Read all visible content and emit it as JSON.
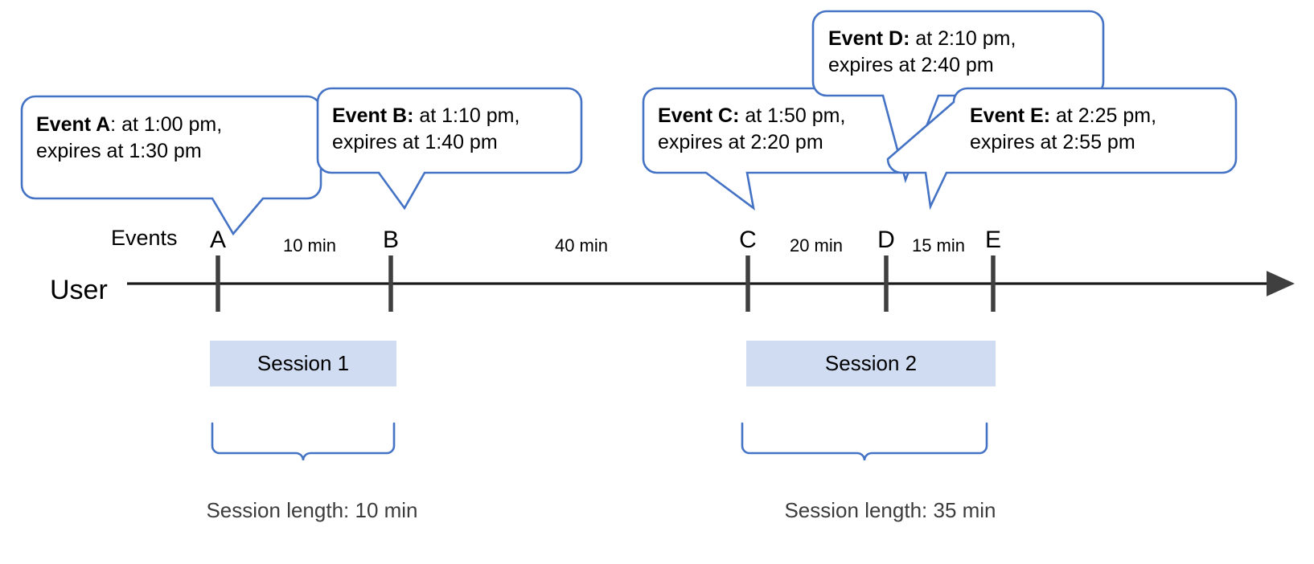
{
  "diagram": {
    "title": "Event timeline with sessions",
    "colors": {
      "callout_stroke": "#4472c4",
      "callout_fill": "#ffffff",
      "brace_stroke": "#4472c4",
      "session_fill": "#cfdcf2",
      "axis_stroke": "#3f3f3f",
      "marker_stroke": "#3f3f3f",
      "text": "#000000",
      "caption_text": "#3c3c3c"
    }
  },
  "callouts": [
    {
      "id": "event-a",
      "bold": "Event A",
      "sep": ": ",
      "line1": "at 1:00 pm,",
      "line2": "expires at 1:30 pm",
      "bold_includes_colon": false
    },
    {
      "id": "event-b",
      "bold": "Event B:",
      "sep": " ",
      "line1": "at 1:10 pm,",
      "line2": "expires at 1:40 pm",
      "bold_includes_colon": true
    },
    {
      "id": "event-c",
      "bold": "Event C:",
      "sep": " ",
      "line1": "at 1:50 pm,",
      "line2": "expires at 2:20 pm",
      "bold_includes_colon": true
    },
    {
      "id": "event-d",
      "bold": "Event D:",
      "sep": " ",
      "line1": "at 2:10 pm,",
      "line2": "expires at 2:40 pm",
      "bold_includes_colon": true
    },
    {
      "id": "event-e",
      "bold": "Event E:",
      "sep": " ",
      "line1": "at 2:25 pm,",
      "line2": "expires at 2:55 pm",
      "bold_includes_colon": true
    }
  ],
  "axis": {
    "row_label": "User",
    "events_row_label": "Events",
    "markers": [
      {
        "letter": "A"
      },
      {
        "letter": "B"
      },
      {
        "letter": "C"
      },
      {
        "letter": "D"
      },
      {
        "letter": "E"
      }
    ],
    "gaps": [
      {
        "label": "10 min"
      },
      {
        "label": "40 min"
      },
      {
        "label": "20 min"
      },
      {
        "label": "15 min"
      }
    ]
  },
  "sessions": [
    {
      "name": "Session 1",
      "caption": "Session length: 10 min"
    },
    {
      "name": "Session 2",
      "caption": "Session length: 35 min"
    }
  ],
  "chart_data": {
    "type": "timeline",
    "title": "Events and sessions timeline",
    "xlabel": "User",
    "events": [
      {
        "name": "A",
        "time": "1:00 pm",
        "expires": "1:30 pm"
      },
      {
        "name": "B",
        "time": "1:10 pm",
        "expires": "1:40 pm"
      },
      {
        "name": "C",
        "time": "1:50 pm",
        "expires": "2:20 pm"
      },
      {
        "name": "D",
        "time": "2:10 pm",
        "expires": "2:40 pm"
      },
      {
        "name": "E",
        "time": "2:25 pm",
        "expires": "2:55 pm"
      }
    ],
    "intervals": [
      {
        "from": "A",
        "to": "B",
        "minutes": 10,
        "label": "10 min"
      },
      {
        "from": "B",
        "to": "C",
        "minutes": 40,
        "label": "40 min"
      },
      {
        "from": "C",
        "to": "D",
        "minutes": 20,
        "label": "20 min"
      },
      {
        "from": "D",
        "to": "E",
        "minutes": 15,
        "label": "15 min"
      }
    ],
    "sessions": [
      {
        "name": "Session 1",
        "events": [
          "A",
          "B"
        ],
        "length_minutes": 10
      },
      {
        "name": "Session 2",
        "events": [
          "C",
          "D",
          "E"
        ],
        "length_minutes": 35
      }
    ]
  }
}
